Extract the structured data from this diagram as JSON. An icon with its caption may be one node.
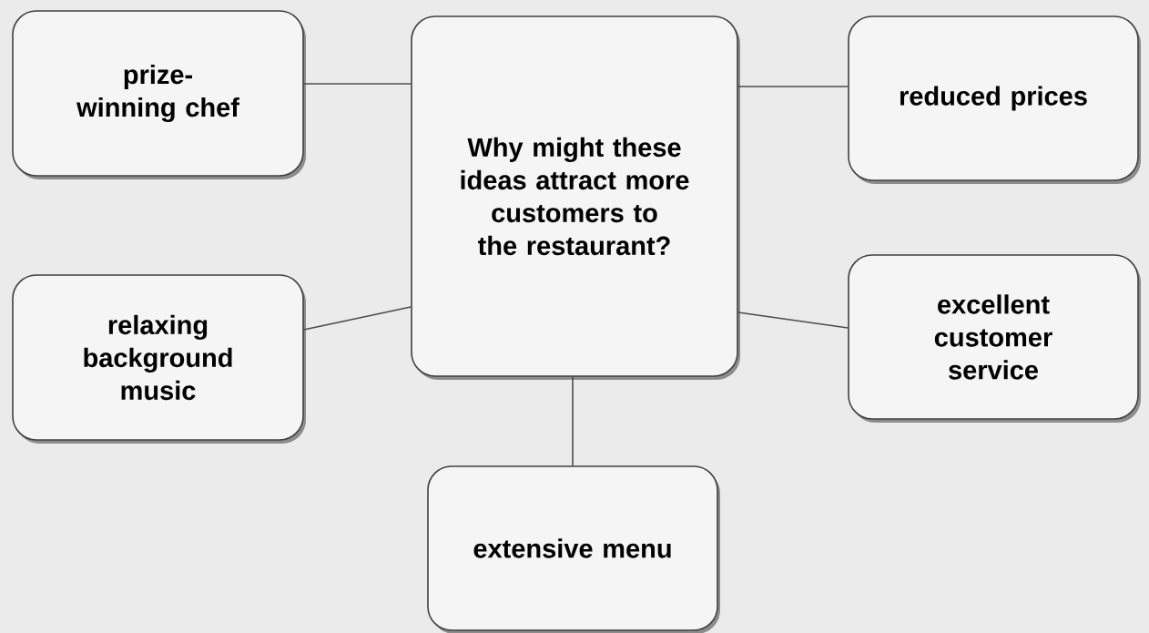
{
  "diagram": {
    "nodes": [
      {
        "text": [
          "prize-winning chef"
        ]
      },
      {
        "text": [
          "Why might these ideas attract more customers to the restaurant?"
        ]
      },
      {
        "text": [
          "reduced prices"
        ]
      },
      {
        "text": [
          "relaxing background music"
        ]
      },
      {
        "text": [
          "excellent customer service"
        ]
      },
      {
        "text": [
          "extensive menu"
        ]
      }
    ],
    "edges": [
      {
        "from": 1,
        "to": 0,
        "arrow": "none"
      },
      {
        "from": 1,
        "to": 2,
        "arrow": "none"
      },
      {
        "from": 1,
        "to": 3,
        "arrow": "none"
      },
      {
        "from": 1,
        "to": 4,
        "arrow": "none"
      },
      {
        "from": 1,
        "to": 5,
        "arrow": "none"
      }
    ]
  }
}
